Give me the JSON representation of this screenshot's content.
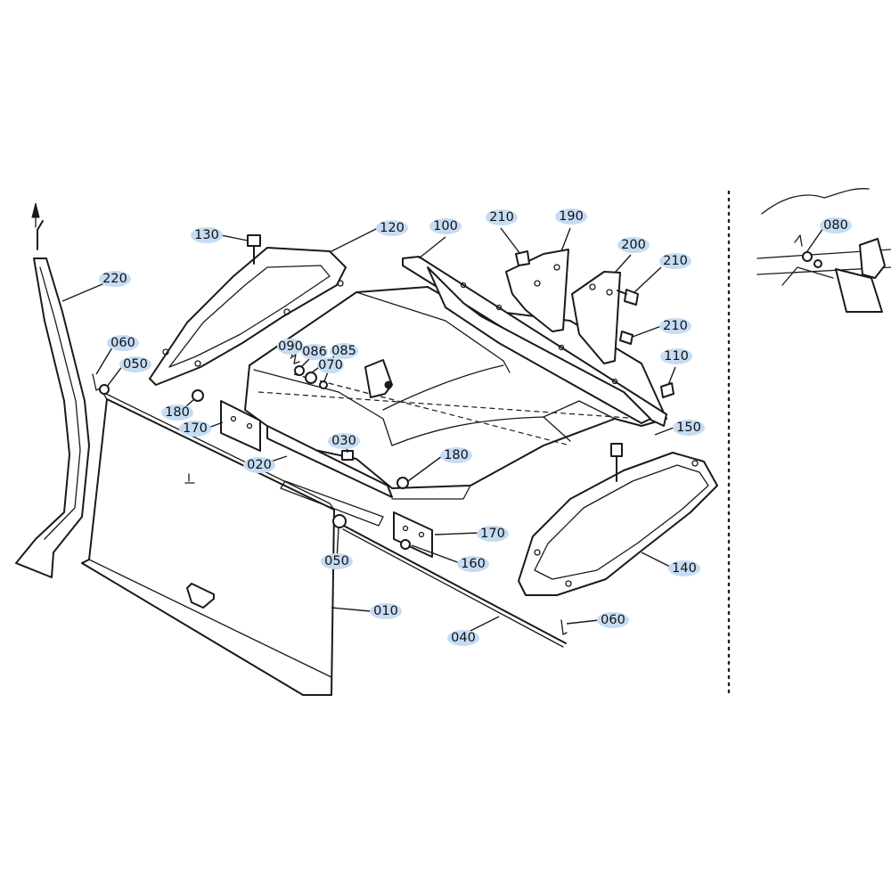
{
  "colors": {
    "label_highlight": "#c5dcf2",
    "line": "#1a1a1a",
    "background": "#ffffff"
  },
  "labels": {
    "p010": "010",
    "p020": "020",
    "p030": "030",
    "p040": "040",
    "p050_left": "050",
    "p050_right": "050",
    "p060_left": "060",
    "p060_right": "060",
    "p070": "070",
    "p080": "080",
    "p085": "085",
    "p086": "086",
    "p090": "090",
    "p100": "100",
    "p110": "110",
    "p120": "120",
    "p130": "130",
    "p140": "140",
    "p150": "150",
    "p160": "160",
    "p170_left": "170",
    "p170_right": "170",
    "p180_left": "180",
    "p180_right": "180",
    "p190": "190",
    "p200": "200",
    "p210_top": "210",
    "p210_mid": "210",
    "p210_low": "210",
    "p220": "220"
  }
}
